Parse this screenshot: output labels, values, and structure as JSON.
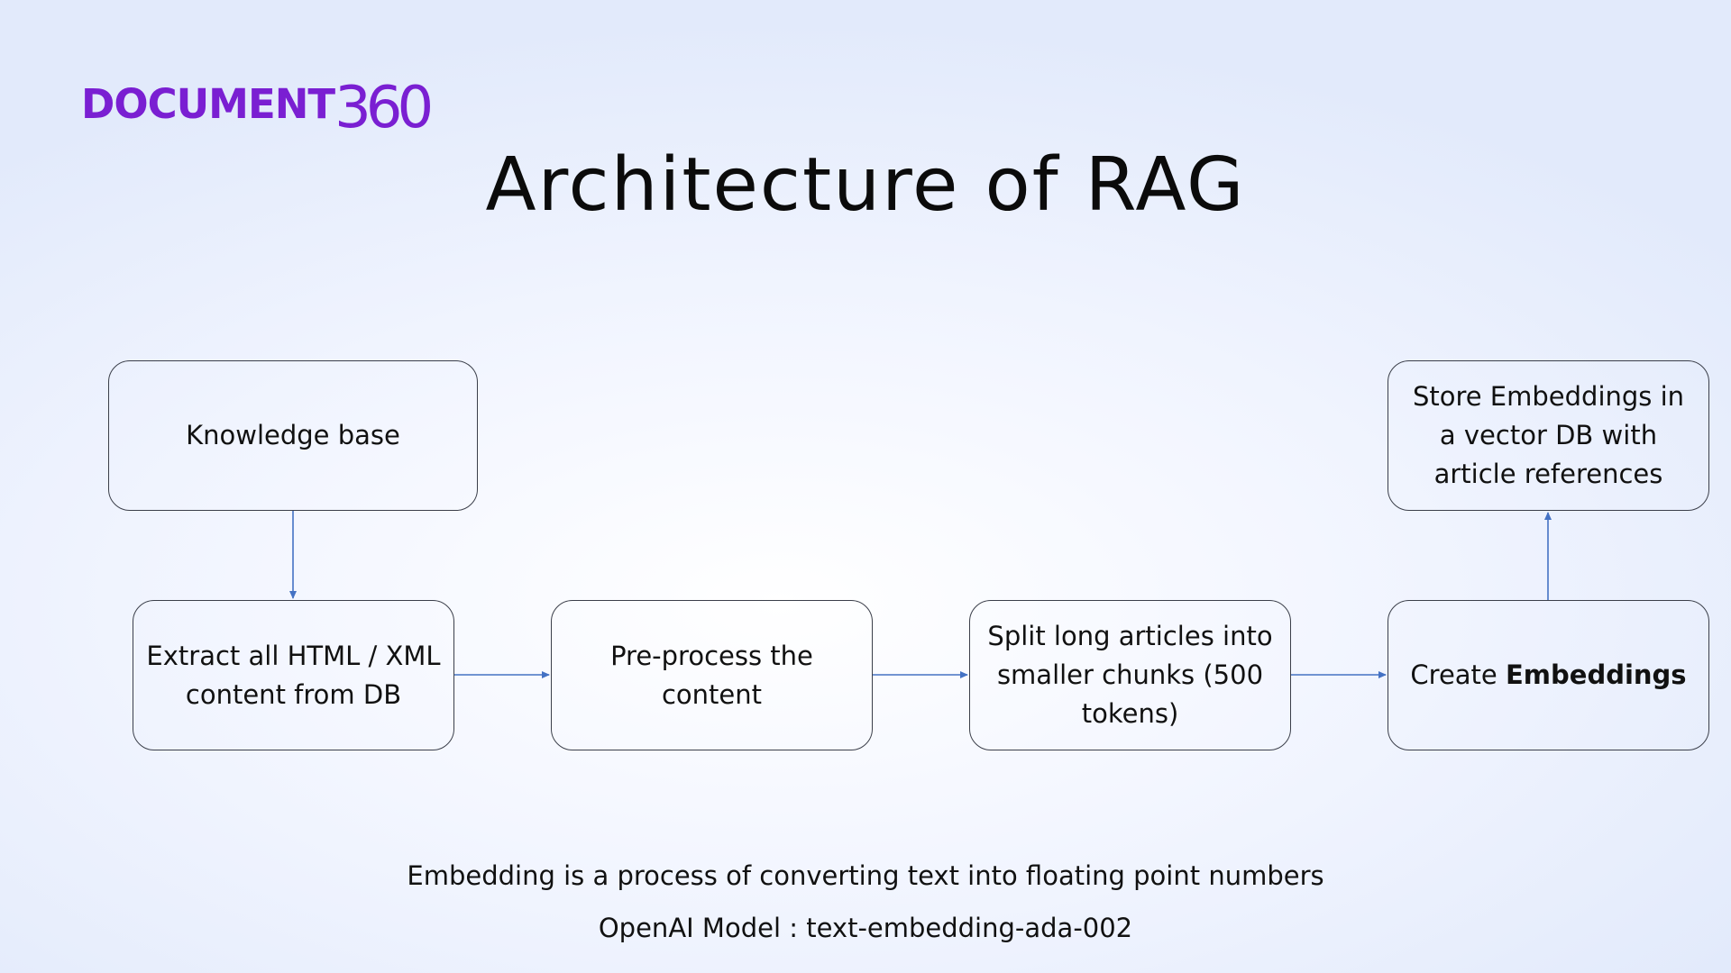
{
  "logo": {
    "word": "DOCUMENT",
    "number": "360",
    "color": "#7a1fd2"
  },
  "title": "Architecture of RAG",
  "boxes": {
    "knowledge_base": "Knowledge base",
    "extract": "Extract all HTML / XML content from DB",
    "preprocess": "Pre-process the content",
    "split": "Split long articles into smaller chunks (500 tokens)",
    "create_prefix": "Create ",
    "create_bold": "Embeddings",
    "store": "Store Embeddings in a vector DB with article references"
  },
  "captions": {
    "line1": "Embedding is a process of converting text into floating point numbers",
    "line2": "OpenAI Model : text-embedding-ada-002"
  },
  "colors": {
    "arrow": "#4472c4",
    "box_border": "#3b3f4a"
  }
}
